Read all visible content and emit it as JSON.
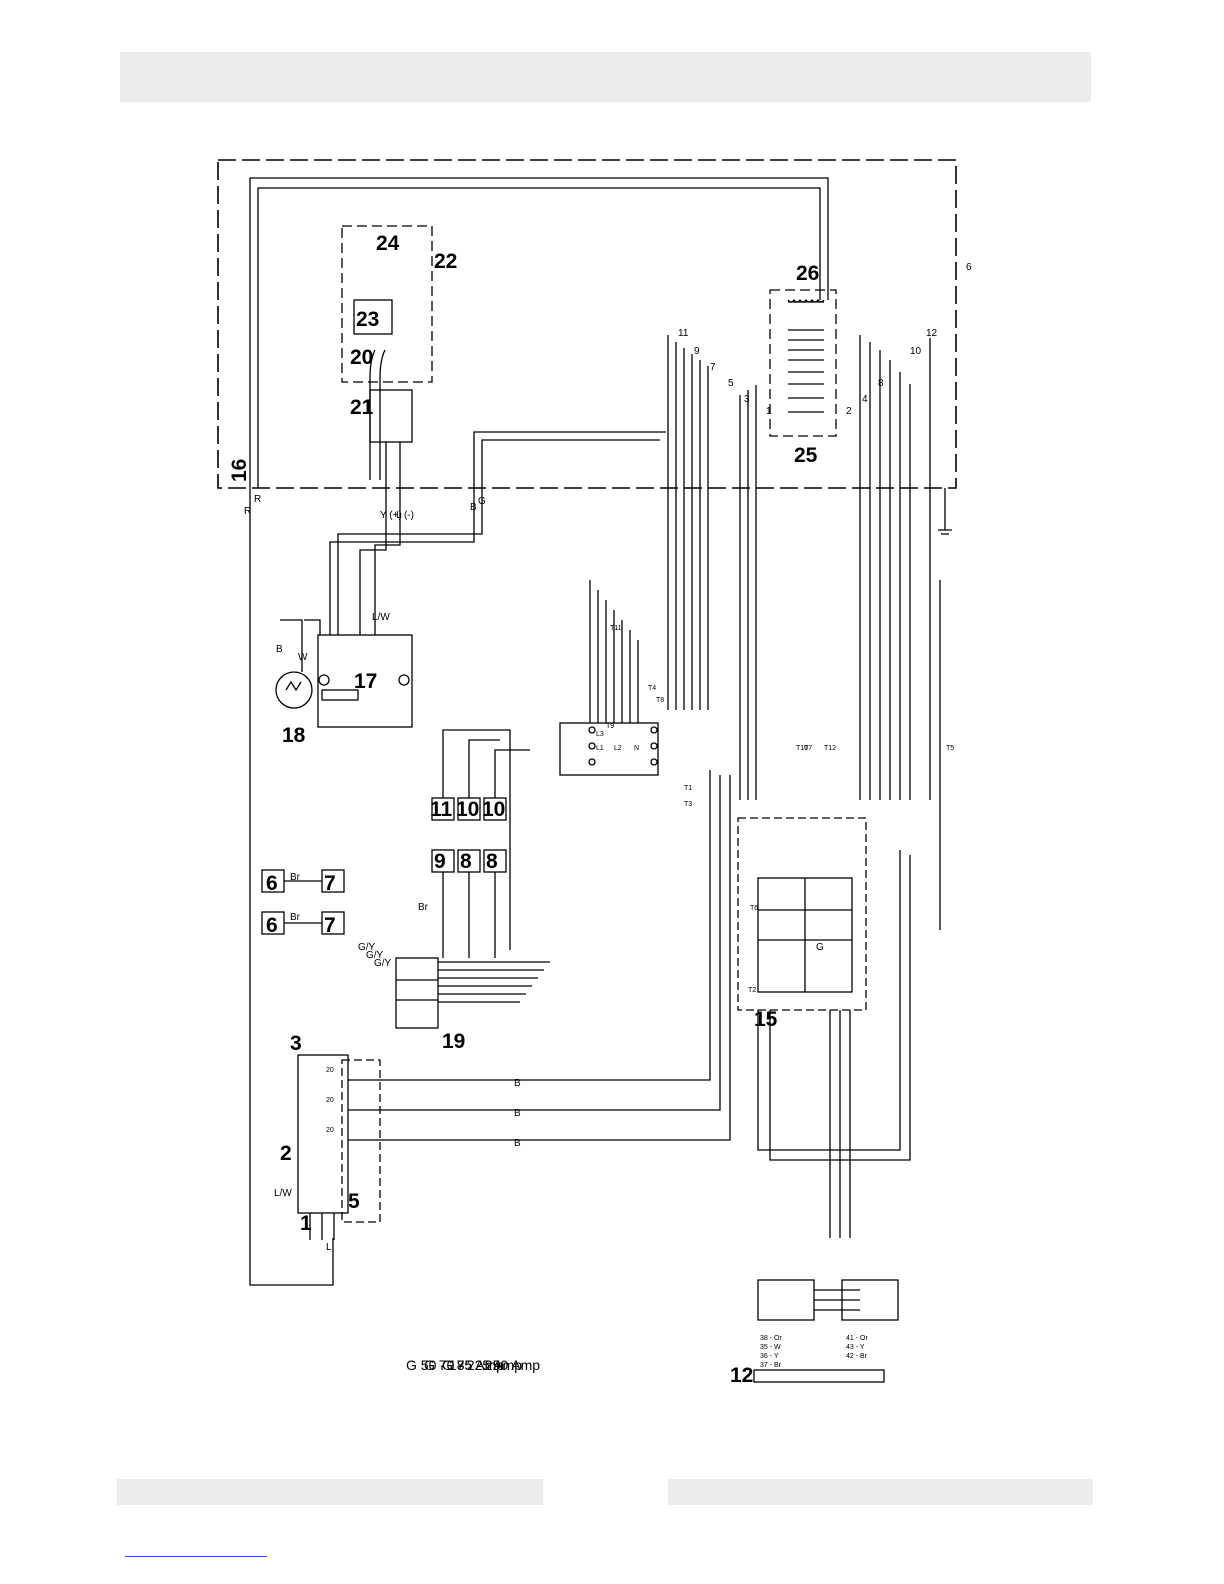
{
  "components": {
    "n1": "1",
    "n2": "2",
    "n3": "3",
    "n5": "5",
    "n6a": "6",
    "n6b": "6",
    "n7a": "7",
    "n7b": "7",
    "n8a": "8",
    "n8b": "8",
    "n9": "9",
    "n10a": "10",
    "n10b": "10",
    "n11": "11",
    "n12": "12",
    "n15": "15",
    "n16": "16",
    "n17": "17",
    "n18": "18",
    "n19": "19",
    "n20": "20",
    "n21": "21",
    "n22": "22",
    "n23": "23",
    "n24": "24",
    "n25": "25",
    "n26": "26"
  },
  "amp_ratings": [
    "G 50 - 175 Amp",
    "G 70 - 225 Amp",
    "G 85 - 250 Amp"
  ],
  "wire_labels": {
    "lw1": "L/W",
    "lw2": "L/W",
    "l1": "L",
    "r1": "R",
    "r2": "R",
    "ypos": "Y (+)",
    "lneg": "L (-)",
    "b_main": "B",
    "g_main": "G",
    "b18": "B",
    "w18": "W",
    "br1": "Br",
    "br2": "Br",
    "br9": "Br",
    "gy1": "G/Y",
    "gy2": "G/Y",
    "gy3": "G/Y",
    "t1": "T1",
    "t3": "T3",
    "t4": "T4",
    "t5": "T5",
    "t7": "T7",
    "t8": "T8",
    "t9": "T9",
    "t10": "T10",
    "t11": "T11",
    "t12": "T12",
    "t2": "T2",
    "t6": "T6",
    "l1t": "L1",
    "l2t": "L2",
    "l3t": "L3",
    "nt": "N",
    "g15": "G",
    "s1": "1",
    "s2": "2",
    "s3": "3",
    "s4": "4",
    "s5": "5",
    "s6": "6",
    "s7": "7",
    "s8": "8",
    "s9": "9",
    "s10": "10",
    "s11": "11",
    "s12": "12",
    "b_a": "B",
    "b_b": "B",
    "b_c": "B",
    "a20a": "20",
    "a20b": "20",
    "a20c": "20"
  },
  "legend": {
    "r1": "38 - Or",
    "r2": "35 - W",
    "r3": "36 - Y",
    "r4": "37 - Br",
    "r5": "41 - Or",
    "r6": "43 - Y",
    "r7": "42 - Br"
  }
}
